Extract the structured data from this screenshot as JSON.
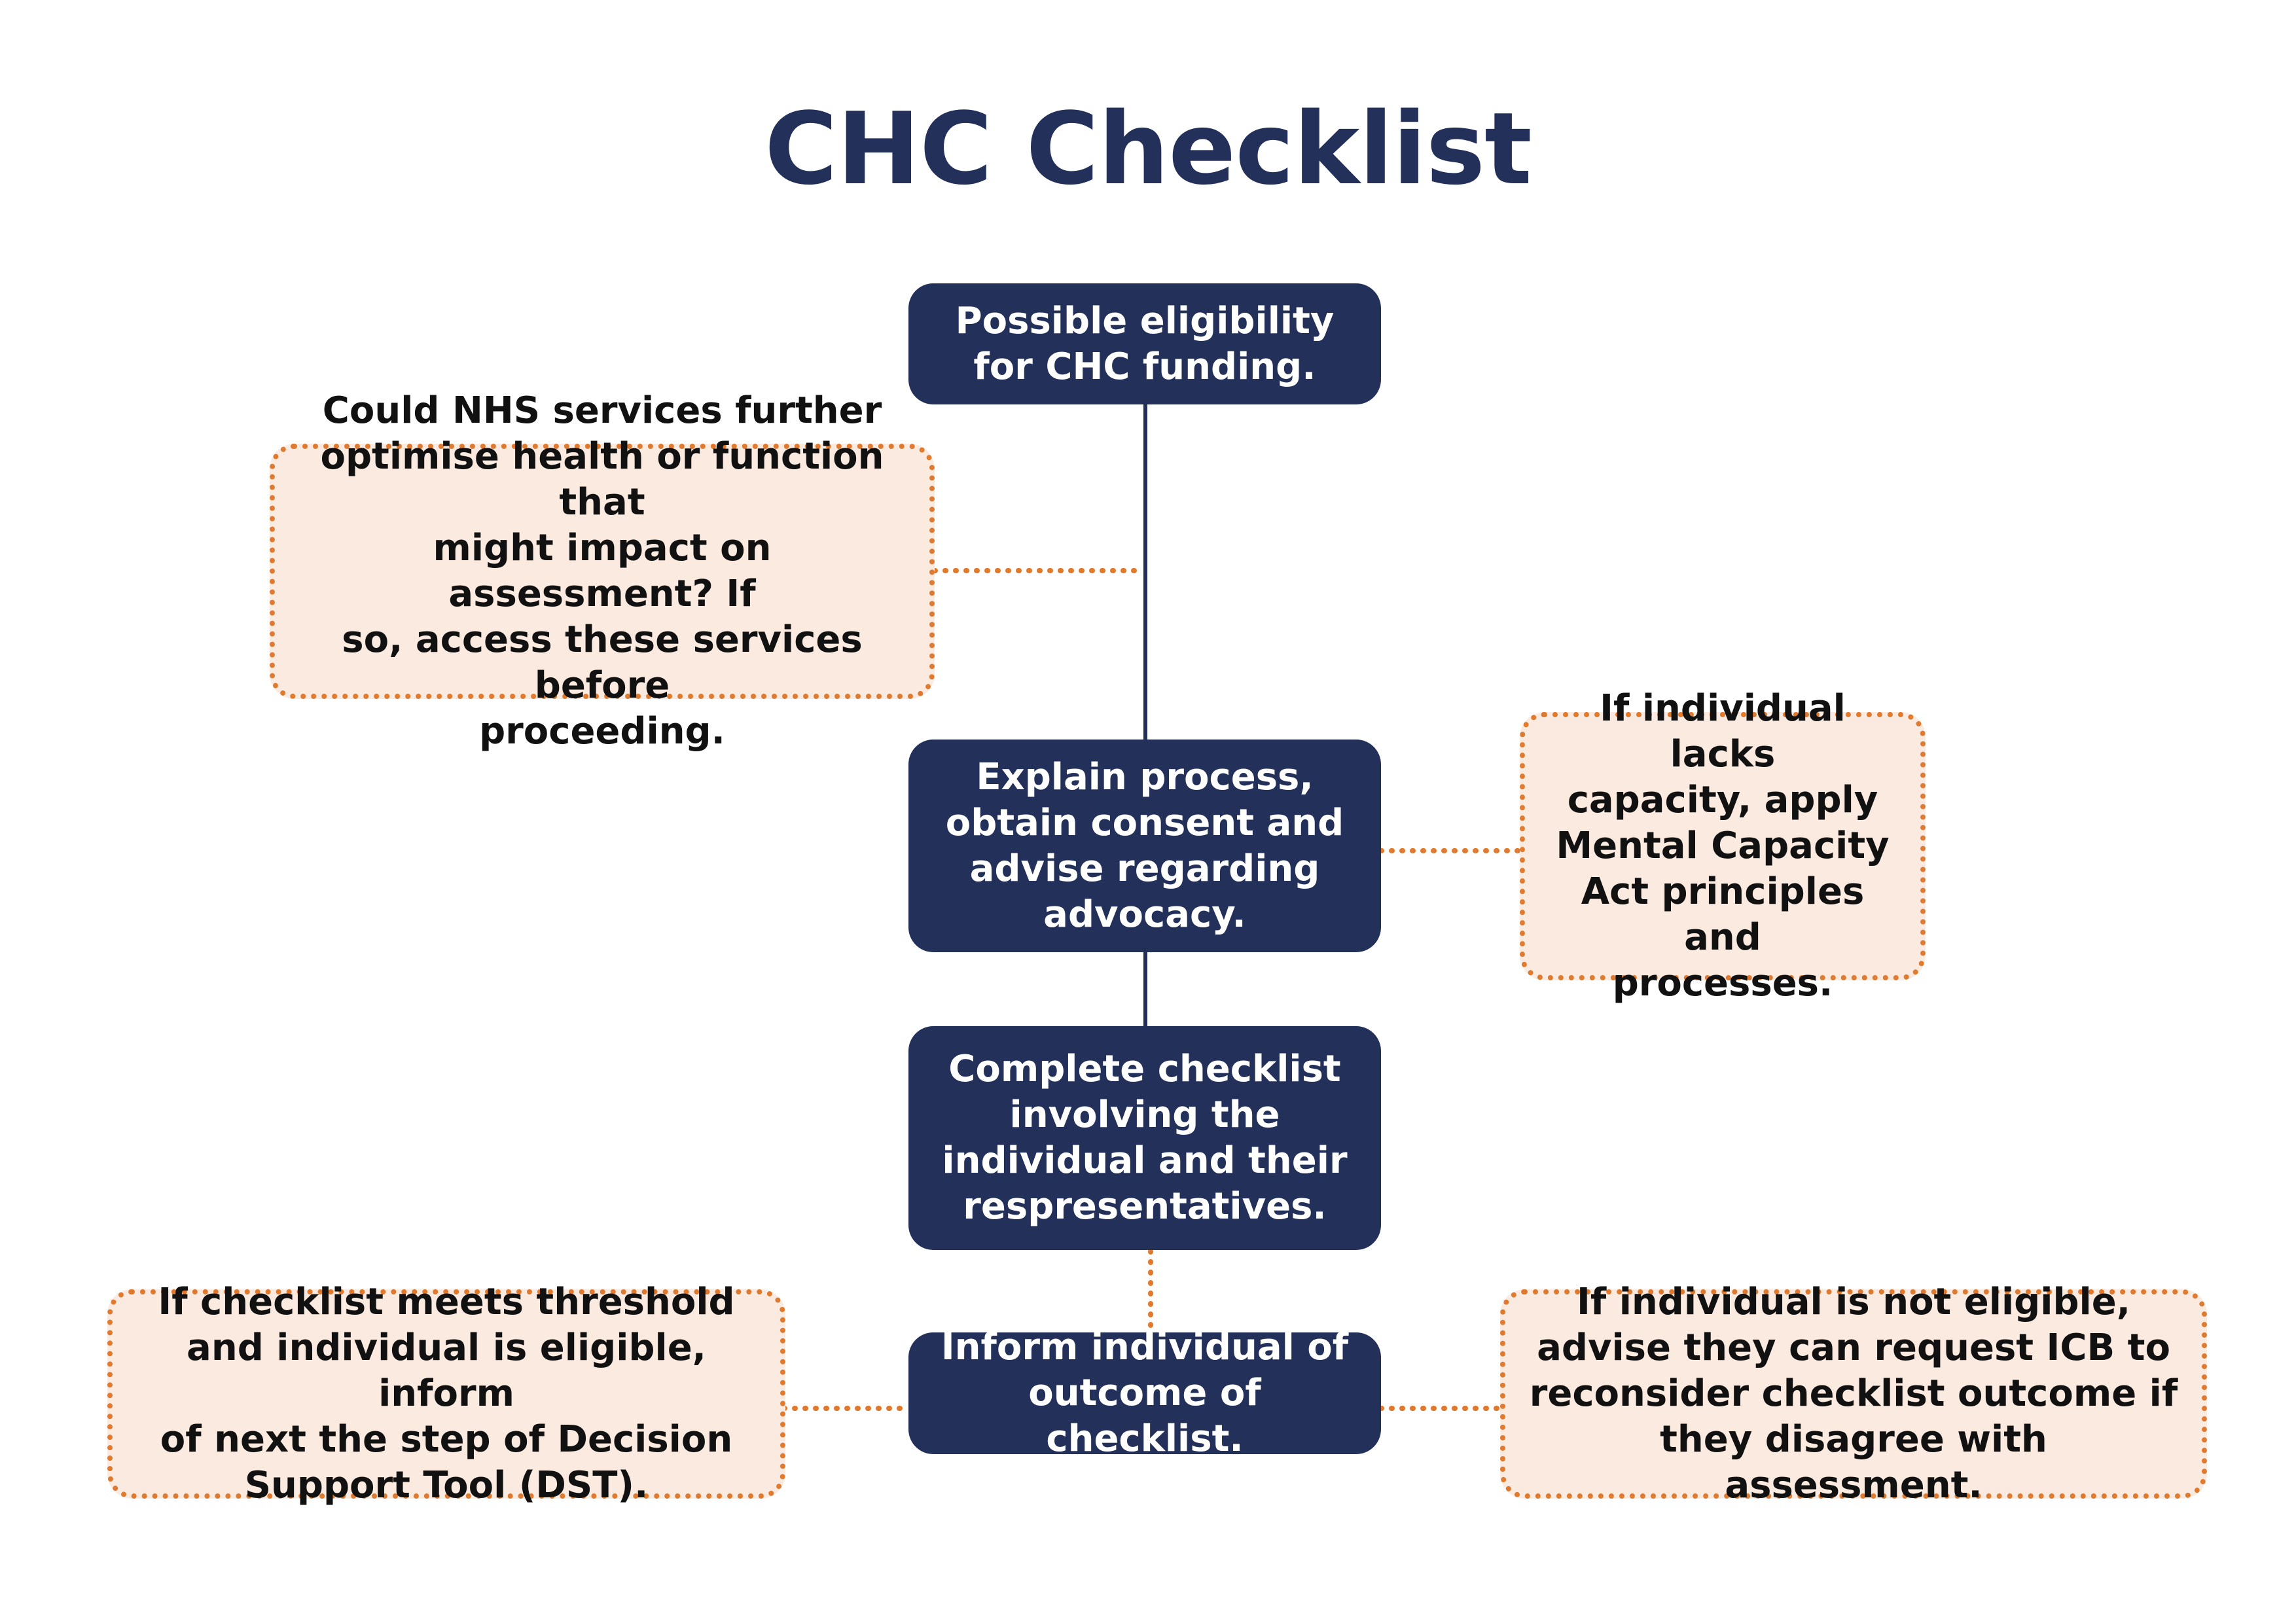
{
  "title": "CHC Checklist",
  "colors": {
    "primary_navy": "#22305a",
    "note_fill": "#fbeae0",
    "note_border_orange": "#e07a2e",
    "note_text": "#111111",
    "step_text": "#ffffff"
  },
  "steps": {
    "eligibility": "Possible eligibility\nfor CHC funding.",
    "explain": "Explain process,\nobtain consent and\nadvise regarding\nadvocacy.",
    "complete": "Complete checklist\ninvolving the\nindividual and their\nrespresentatives.",
    "inform": "Inform individual of\noutcome of checklist."
  },
  "notes": {
    "nhs_services": "Could NHS services further\noptimise health or function that\nmight impact on assessment? If\nso, access these services before\nproceeding.",
    "capacity": "If individual lacks\ncapacity, apply\nMental Capacity\nAct principles and\nprocesses.",
    "eligible": "If checklist meets threshold\nand individual is eligible, inform\nof next the step of Decision\nSupport Tool (DST).",
    "not_eligible": "If individual is not eligible,\nadvise they can request ICB to\nreconsider checklist outcome if\nthey disagree with assessment."
  }
}
